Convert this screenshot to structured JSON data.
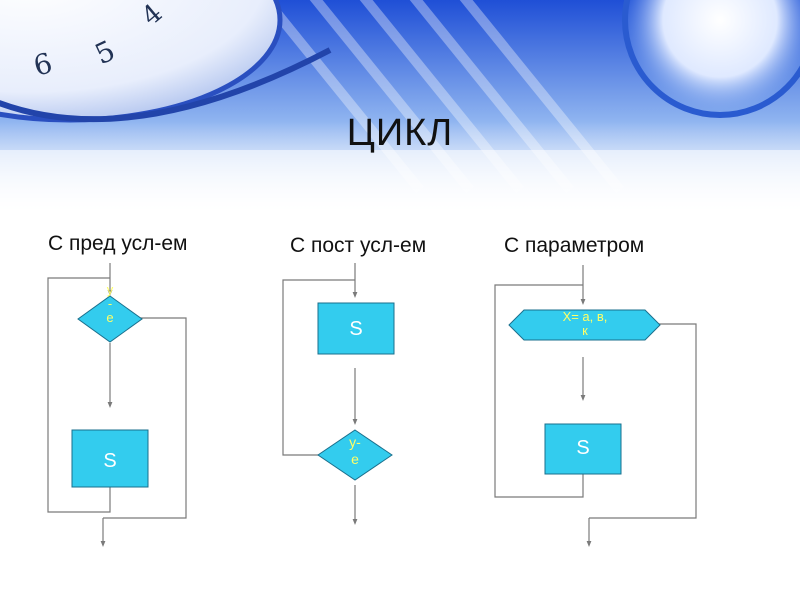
{
  "slide": {
    "title": "ЦИКЛ",
    "background": {
      "clock_digits": [
        "6",
        "5",
        "4"
      ]
    },
    "columns": [
      {
        "heading": "С пред усл-ем",
        "condition_label": "у\n-\nе",
        "body_label": "S"
      },
      {
        "heading": "С пост усл-ем",
        "body_label": "S",
        "condition_label": "у-\nе"
      },
      {
        "heading": "С параметром",
        "param_label": "Х= а, в,\nк",
        "body_label": "S"
      }
    ]
  },
  "colors": {
    "shape_fill": "#33ccee",
    "shape_stroke": "#1a6f8c",
    "line": "#7a7a7a",
    "condition_text": "#ffff66"
  }
}
